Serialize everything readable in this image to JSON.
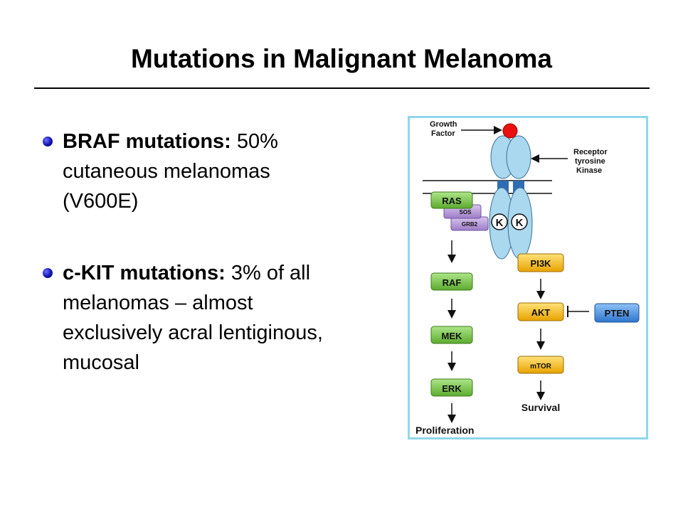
{
  "slide": {
    "title": "Mutations in Malignant Melanoma",
    "bullets": [
      {
        "bold": "BRAF mutations:",
        "rest": " 50% cutaneous melanomas (V600E)",
        "lines": [
          "50%",
          "cutaneous melanomas",
          "(V600E)"
        ]
      },
      {
        "bold": "c-KIT mutations:",
        "rest": " 3% of all melanomas – almost exclusively acral lentiginous, mucosal",
        "lines": [
          "3% of all",
          "melanomas – almost",
          "exclusively acral lentiginous,",
          "mucosal"
        ]
      }
    ]
  },
  "diagram": {
    "labels": {
      "growth_factor_1": "Growth",
      "growth_factor_2": "Factor",
      "receptor_1": "Receptor",
      "receptor_2": "tyrosine",
      "receptor_3": "Kinase",
      "kinase_left": "K",
      "kinase_right": "K",
      "ras": "RAS",
      "sos": "SOS",
      "grb2": "GRB2",
      "raf": "RAF",
      "mek": "MEK",
      "erk": "ERK",
      "proliferation": "Proliferation",
      "pi3k": "PI3K",
      "akt": "AKT",
      "pten": "PTEN",
      "mtor": "mTOR",
      "survival": "Survival"
    },
    "colors": {
      "ligand": "#e81010",
      "receptor": "#a9d8ef",
      "receptor_band": "#2f6db3",
      "green_node": "#7ccc4a",
      "yellow_node": "#f6be1c",
      "purple_node": "#b89ad6",
      "blue_node": "#4a93e0",
      "frame": "#8fd7ec"
    }
  }
}
